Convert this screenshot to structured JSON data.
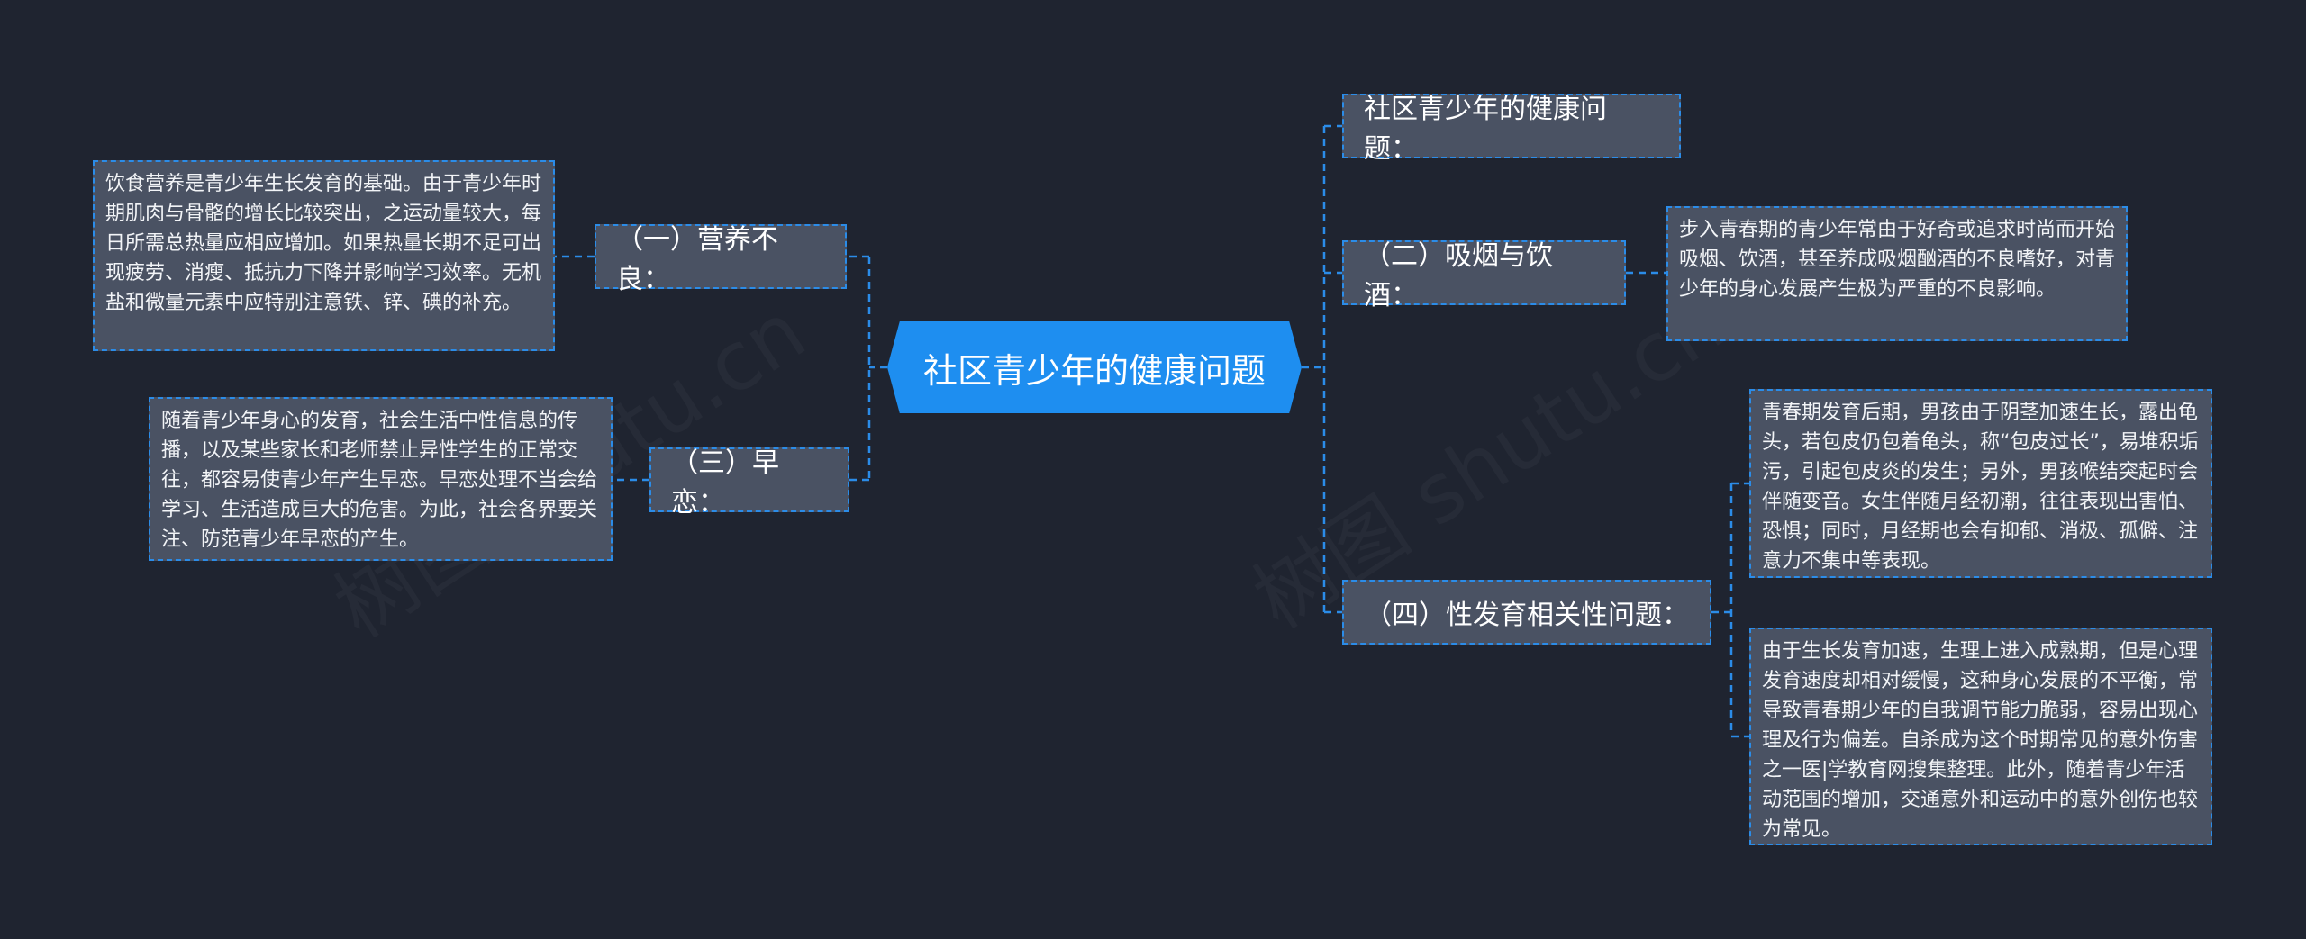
{
  "root": {
    "label": "社区青少年的健康问题"
  },
  "left_branches": [
    {
      "label": "（一）营养不良：",
      "detail": "饮食营养是青少年生长发育的基础。由于青少年时期肌肉与骨骼的增长比较突出，之运动量较大，每日所需总热量应相应增加。如果热量长期不足可出现疲劳、消瘦、抵抗力下降并影响学习效率。无机盐和微量元素中应特别注意铁、锌、碘的补充。"
    },
    {
      "label": "（三）早恋：",
      "detail": "随着青少年身心的发育，社会生活中性信息的传播，以及某些家长和老师禁止异性学生的正常交往，都容易使青少年产生早恋。早恋处理不当会给学习、生活造成巨大的危害。为此，社会各界要关注、防范青少年早恋的产生。"
    }
  ],
  "right_branches": [
    {
      "label": "社区青少年的健康问题："
    },
    {
      "label": "（二）吸烟与饮酒：",
      "detail": "步入青春期的青少年常由于好奇或追求时尚而开始吸烟、饮酒，甚至养成吸烟酗酒的不良嗜好，对青少年的身心发展产生极为严重的不良影响。"
    },
    {
      "label": "（四）性发育相关性问题：",
      "details": [
        "青春期发育后期，男孩由于阴茎加速生长，露出龟头，若包皮仍包着龟头，称“包皮过长”，易堆积垢污，引起包皮炎的发生；另外，男孩喉结突起时会伴随变音。女生伴随月经初潮，往往表现出害怕、恐惧；同时，月经期也会有抑郁、消极、孤僻、注意力不集中等表现。",
        "由于生长发育加速，生理上进入成熟期，但是心理发育速度却相对缓慢，这种身心发展的不平衡，常导致青春期少年的自我调节能力脆弱，容易出现心理及行为偏差。自杀成为这个时期常见的意外伤害之一医|学教育网搜集整理。此外，随着青少年活动范围的增加，交通意外和运动中的意外创伤也较为常见。"
      ]
    }
  ],
  "colors": {
    "background": "#1f2430",
    "root": "#1e8ef0",
    "node": "#4a5263",
    "connector": "#2b8ce8"
  }
}
